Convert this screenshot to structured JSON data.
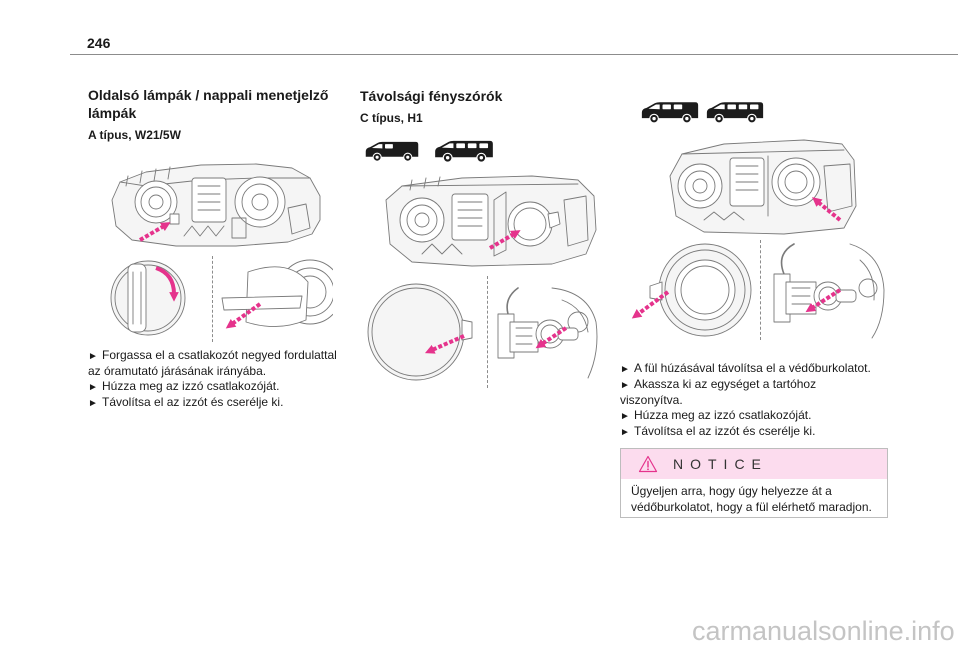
{
  "header": {
    "page_number": "246"
  },
  "bullet": "►",
  "side_lamps": {
    "heading": "Oldalsó lámpák / nappali menetjelző lámpák",
    "subheading": "A típus, W21/5W",
    "steps": [
      "Forgassa el a csatlakozót negyed fordulattal az óramutató járásának irányába.",
      "Húzza meg az izzó csatlakozóját.",
      "Távolítsa el az izzót és cserélje ki."
    ]
  },
  "main_beam": {
    "heading": "Távolsági fényszórók",
    "subheading": "C típus, H1",
    "steps": [
      "A fül húzásával távolítsa el a védőburkolatot.",
      "Akassza ki az egységet a tartóhoz viszonyítva.",
      "Húzza meg az izzó csatlakozóját.",
      "Távolítsa el az izzót és cserélje ki."
    ]
  },
  "notice": {
    "title": "NOTICE",
    "body": "Ügyeljen arra, hogy úgy helyezze át a védőburkolatot, hogy a fül elérhető maradjon."
  },
  "watermark": "carmanualsonline.info",
  "icons": {
    "notice": "warning-icon",
    "vehicle": "van-icon",
    "action_arrow": "direction-arrow"
  },
  "colors": {
    "text": "#1a1a1a",
    "accent_arrow": "#e5338c",
    "notice_header_bg": "#fcdcee",
    "rule": "#8c8c8c",
    "illustration_line": "#7a7a7a",
    "watermark": "#c4c4c4"
  }
}
